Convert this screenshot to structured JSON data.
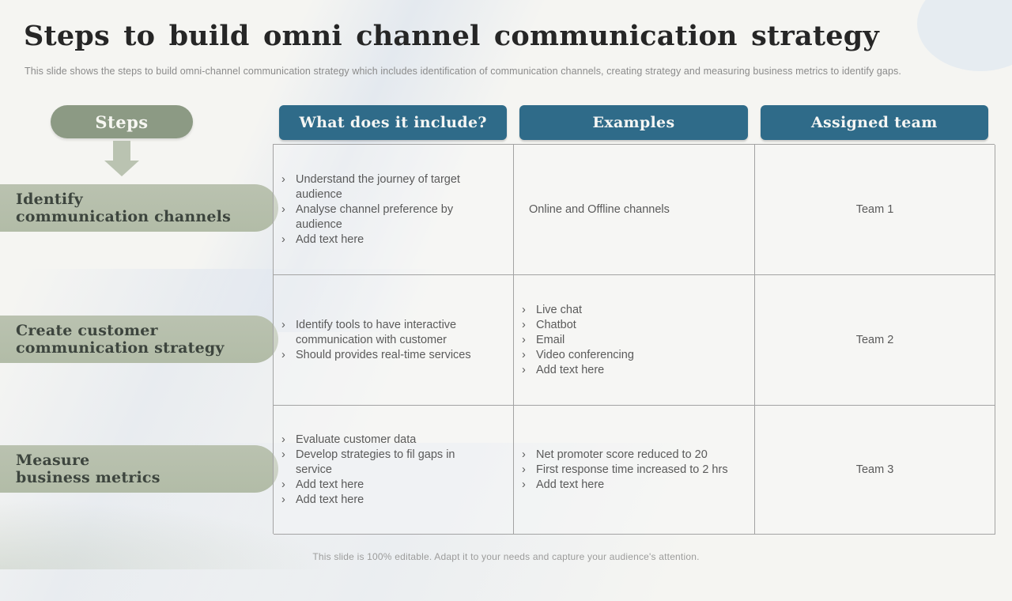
{
  "slide": {
    "title": "Steps to build omni channel communication strategy",
    "subtitle": "This slide shows the steps to build omni-channel communication strategy which includes identification of communication channels, creating strategy and measuring business metrics to identify gaps.",
    "footer": "This slide is 100% editable. Adapt it to your needs and capture your audience's attention."
  },
  "steps_flow": {
    "label": "Steps",
    "steps": [
      {
        "line1": "Identify",
        "line2": "communication channels"
      },
      {
        "line1": "Create customer",
        "line2": "communication strategy"
      },
      {
        "line1": "Measure",
        "line2": "business metrics"
      }
    ]
  },
  "table": {
    "bullet_char": "›",
    "headers": [
      "What does it include?",
      "Examples",
      "Assigned team"
    ],
    "rows": [
      {
        "includes": [
          "Understand the journey of target audience",
          "Analyse channel preference by audience",
          "Add text here"
        ],
        "examples_text": "Online and Offline channels",
        "team": "Team 1"
      },
      {
        "includes": [
          "Identify tools to have interactive communication with customer",
          "Should provides real-time services"
        ],
        "examples": [
          "Live chat",
          "Chatbot",
          "Email",
          "Video conferencing",
          "Add text here"
        ],
        "team": "Team 2"
      },
      {
        "includes": [
          "Evaluate customer data",
          "Develop strategies to fil gaps in service",
          "Add text here",
          "Add text here"
        ],
        "examples": [
          "Net promoter score reduced to 20",
          "First response time increased to 2 hrs",
          "Add text here"
        ],
        "team": "Team 3"
      }
    ]
  },
  "colors": {
    "accent_teal": "#2f6b89",
    "sage_dark": "#8c9a84",
    "sage_light": "#b6bfac",
    "arrow": "#bac3b1",
    "title_text": "#262626",
    "body_text": "#5a5a5a",
    "border": "#a3a3a3",
    "background": "#f5f5f2"
  }
}
